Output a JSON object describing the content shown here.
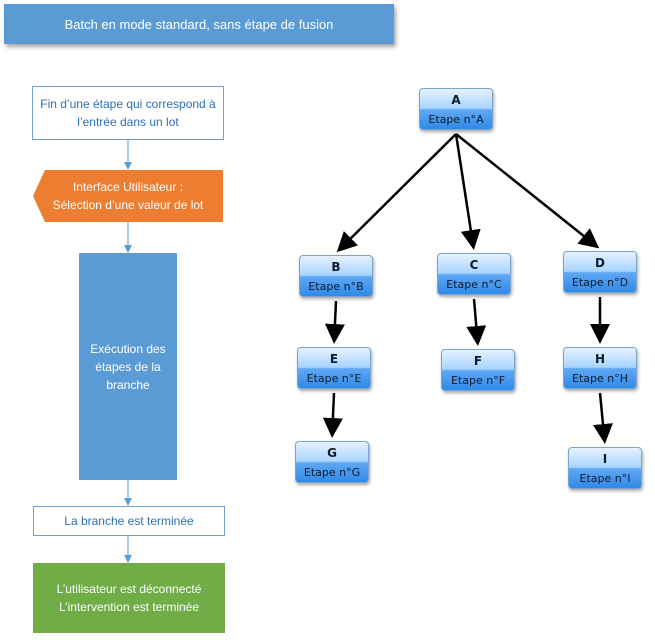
{
  "title": "Batch en mode standard, sans étape de fusion",
  "flow": {
    "step_end": "Fin d’une étape qui correspond à l’entrée dans un lot",
    "ui_select": "Interface Utilisateur :\nSélection d’une valeur de lot",
    "exec_branch": "Exécution des étapes de la branche",
    "branch_done": "La branche est terminée",
    "user_disconnected": "L’utilisateur est déconnecté\nL’intervention est terminée"
  },
  "colors": {
    "banner": "#5b9bd5",
    "ui": "#ed7d31",
    "exec": "#5b9bd5",
    "done": "#70ad47"
  },
  "tree": {
    "nodes": [
      {
        "id": "A",
        "label": "A",
        "sub": "Etape n°A"
      },
      {
        "id": "B",
        "label": "B",
        "sub": "Etape n°B"
      },
      {
        "id": "C",
        "label": "C",
        "sub": "Etape n°C"
      },
      {
        "id": "D",
        "label": "D",
        "sub": "Etape n°D"
      },
      {
        "id": "E",
        "label": "E",
        "sub": "Etape n°E"
      },
      {
        "id": "F",
        "label": "F",
        "sub": "Etape n°F"
      },
      {
        "id": "H",
        "label": "H",
        "sub": "Etape n°H"
      },
      {
        "id": "G",
        "label": "G",
        "sub": "Etape n°G"
      },
      {
        "id": "I",
        "label": "I",
        "sub": "Etape n°I"
      }
    ],
    "edges": [
      [
        "A",
        "B"
      ],
      [
        "A",
        "C"
      ],
      [
        "A",
        "D"
      ],
      [
        "B",
        "E"
      ],
      [
        "C",
        "F"
      ],
      [
        "D",
        "H"
      ],
      [
        "E",
        "G"
      ],
      [
        "H",
        "I"
      ]
    ]
  }
}
